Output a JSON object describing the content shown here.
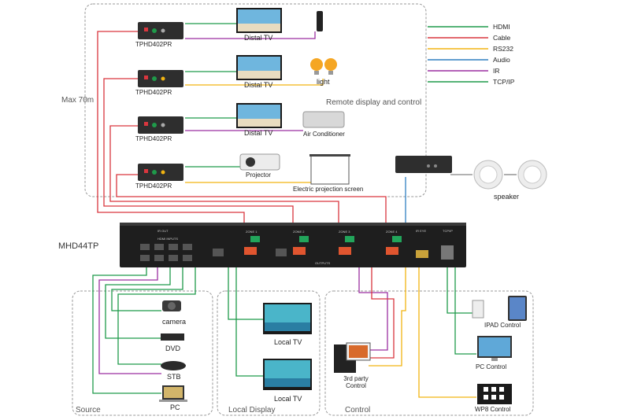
{
  "legend": [
    {
      "label": "HDMI",
      "color": "#1f9a4a"
    },
    {
      "label": "Cable",
      "color": "#d9363e"
    },
    {
      "label": "RS232",
      "color": "#f2b411"
    },
    {
      "label": "Audio",
      "color": "#2f7fc1"
    },
    {
      "label": "IR",
      "color": "#9b2fa0"
    },
    {
      "label": "TCP/IP",
      "color": "#1f9a4a"
    }
  ],
  "device_name": "MHD44TP",
  "distance_label": "Max 70m",
  "remote_group_label": "Remote display and control",
  "receivers": [
    "TPHD402PR",
    "TPHD402PR",
    "TPHD402PR",
    "TPHD402PR"
  ],
  "remote_items": {
    "tv1": "Distal TV",
    "tv2": "Distal TV",
    "tv3": "Distal TV",
    "light": "light",
    "aircon": "Air Conditioner",
    "projector": "Projector",
    "screen": "Electric projection screen"
  },
  "speaker_label": "speaker",
  "source": {
    "group_label": "Source",
    "items": [
      "camera",
      "DVD",
      "STB",
      "PC"
    ]
  },
  "local": {
    "group_label": "Local Display",
    "items": [
      "Local TV",
      "Local TV"
    ]
  },
  "control": {
    "group_label": "Control",
    "items": [
      "3rd party Control",
      "IPAD Control",
      "PC Control",
      "WP8 Control"
    ]
  },
  "panel": {
    "zones": [
      "ZONE 1",
      "ZONE 2",
      "ZONE 3",
      "ZONE 4"
    ],
    "sections": [
      "HDMI INPUTS",
      "OUTPUTS",
      "IR OUT",
      "IR EYE",
      "TCP/IP"
    ]
  }
}
